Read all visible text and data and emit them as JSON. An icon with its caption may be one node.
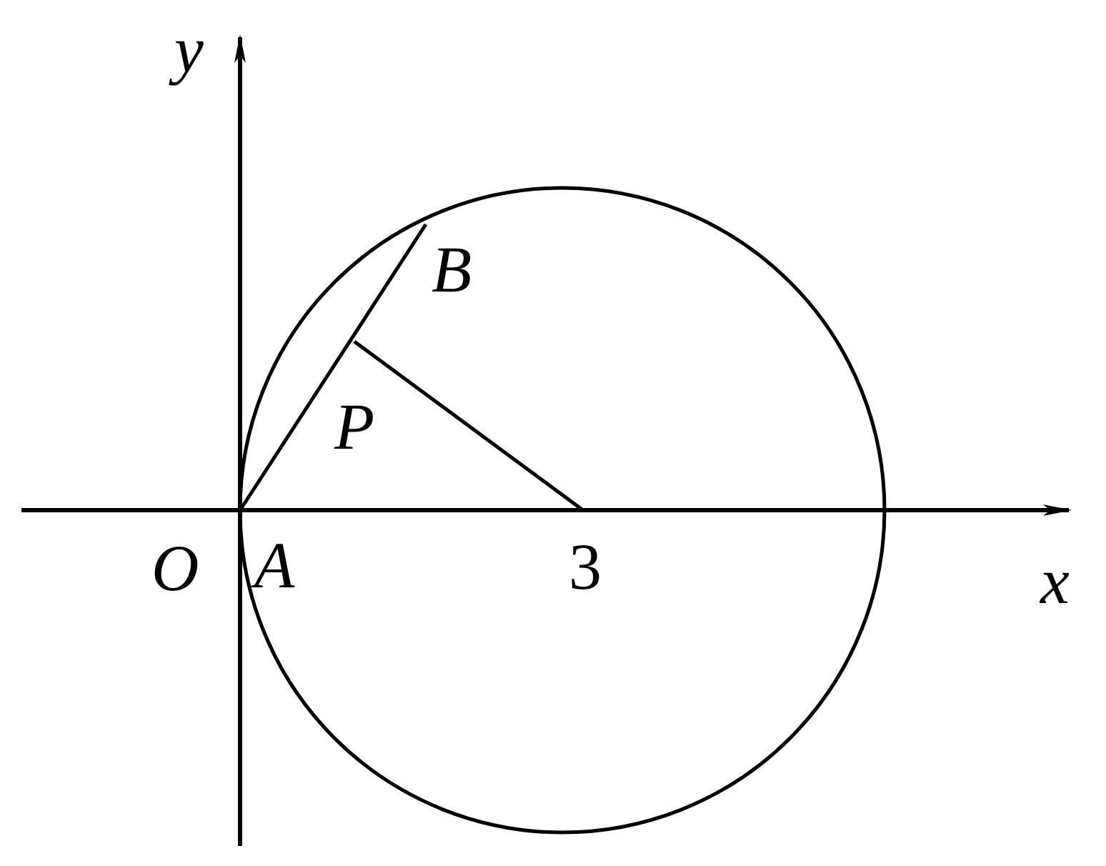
{
  "diagram": {
    "labels": [
      "y",
      "B",
      "P",
      "O",
      "A",
      "3",
      "x"
    ]
  }
}
